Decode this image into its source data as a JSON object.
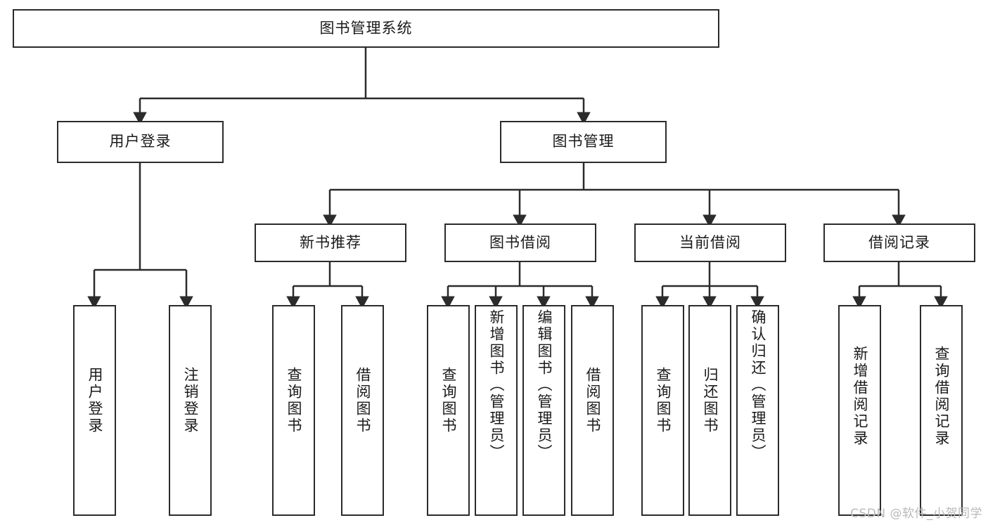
{
  "diagram": {
    "title": "图书管理系统",
    "type": "tree-hierarchy-diagram",
    "colors": {
      "node_border": "#2b2b2b",
      "node_fill": "#ffffff",
      "edge": "#2b2b2b",
      "text": "#1a1a1a",
      "watermark": "#b9b9b9",
      "background": "#ffffff"
    },
    "root": {
      "label": "图书管理系统"
    },
    "level2": [
      {
        "label": "用户登录"
      },
      {
        "label": "图书管理"
      }
    ],
    "level3": [
      {
        "label": "新书推荐"
      },
      {
        "label": "图书借阅"
      },
      {
        "label": "当前借阅"
      },
      {
        "label": "借阅记录"
      }
    ],
    "leaves": {
      "user_login": [
        {
          "label": "用户登录"
        },
        {
          "label": "注销登录"
        }
      ],
      "new_book_recommend": [
        {
          "label": "查询图书"
        },
        {
          "label": "借阅图书"
        }
      ],
      "book_borrow": [
        {
          "label": "查询图书"
        },
        {
          "label": "新增图书（管理员）"
        },
        {
          "label": "编辑图书（管理员）"
        },
        {
          "label": "借阅图书"
        }
      ],
      "current_borrow": [
        {
          "label": "查询图书"
        },
        {
          "label": "归还图书"
        },
        {
          "label": "确认归还（管理员）"
        }
      ],
      "borrow_record": [
        {
          "label": "新增借阅记录"
        },
        {
          "label": "查询借阅记录"
        }
      ]
    }
  },
  "watermark": {
    "text": "CSDN @软件_小贺同学"
  }
}
